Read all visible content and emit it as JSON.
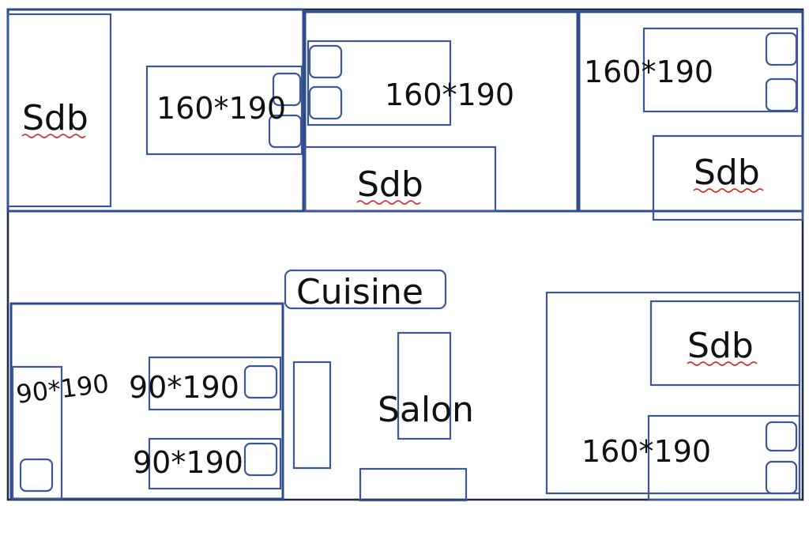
{
  "rooms": {
    "sdb_top_left": "Sdb",
    "bed_top_left": "160*190",
    "bed_top_mid": "160*190",
    "sdb_top_mid": "Sdb",
    "bed_top_right": "160*190",
    "sdb_top_right": "Sdb",
    "cuisine": "Cuisine",
    "salon": "Salon",
    "bed_single_tilted": "90*190",
    "bed_single_upper": "90*190",
    "bed_single_lower": "90*190",
    "sdb_bottom_right": "Sdb",
    "bed_bottom_right": "160*190"
  },
  "colors": {
    "lines": "#3b5797",
    "outer_wall": "#1f2a44",
    "spellcheck_underline": "#d43030"
  }
}
